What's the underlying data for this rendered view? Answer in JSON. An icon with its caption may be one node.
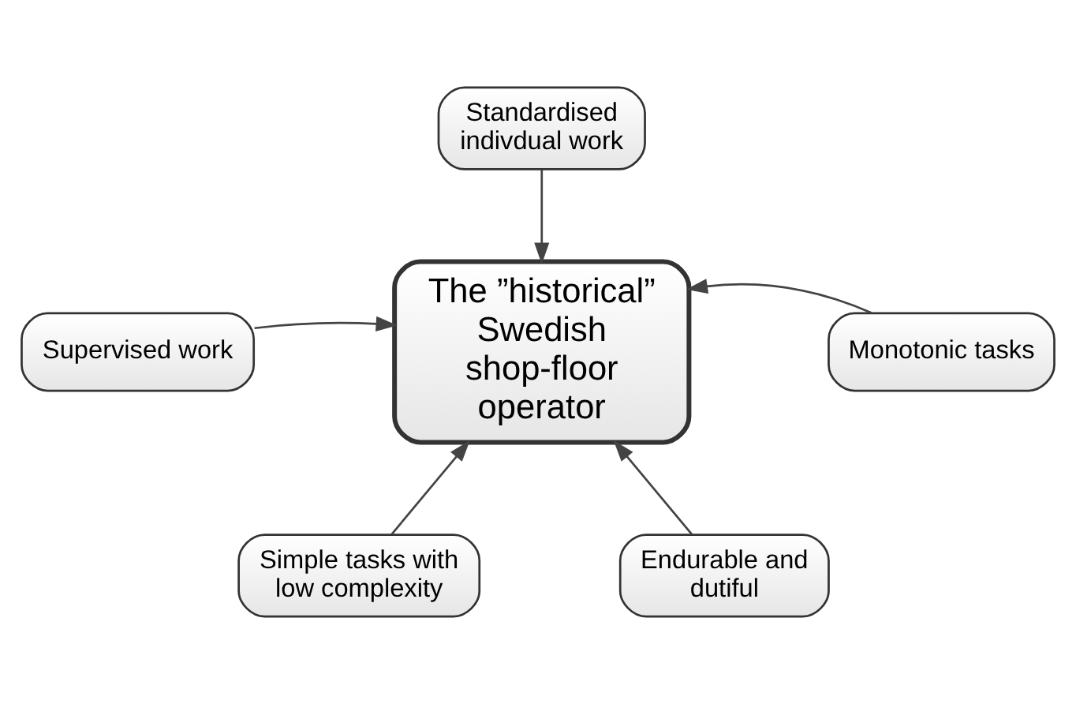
{
  "diagram": {
    "nodes": [
      {
        "text": [
          "The ”historical” Swedish shop-floor operator"
        ]
      },
      {
        "text": [
          "Standardised indivdual work"
        ]
      },
      {
        "text": [
          "Supervised work"
        ]
      },
      {
        "text": [
          "Monotonic tasks"
        ]
      },
      {
        "text": [
          "Simple tasks with low complexity"
        ]
      },
      {
        "text": [
          "Endurable and dutiful"
        ]
      }
    ],
    "edges": [
      {
        "from": 1,
        "to": 0,
        "arrow": "to"
      },
      {
        "from": 2,
        "to": 0,
        "arrow": "to"
      },
      {
        "from": 3,
        "to": 0,
        "arrow": "to"
      },
      {
        "from": 4,
        "to": 0,
        "arrow": "to"
      },
      {
        "from": 5,
        "to": 0,
        "arrow": "to"
      }
    ]
  }
}
